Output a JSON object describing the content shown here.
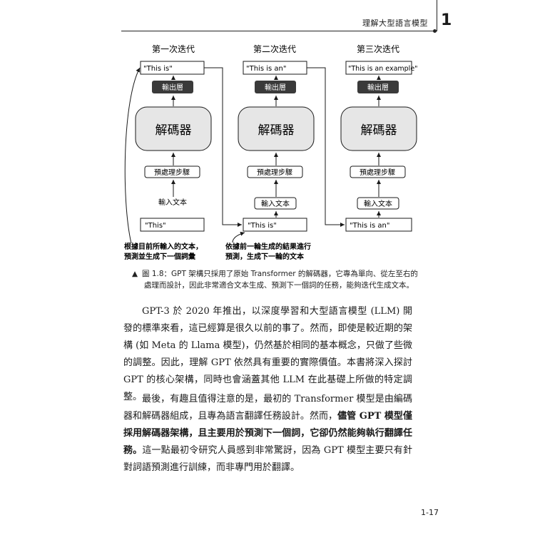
{
  "header": {
    "chapter_title": "理解大型語言模型",
    "chapter_number": "1"
  },
  "figure": {
    "iterations": [
      {
        "title": "第一次迭代",
        "output_text": "\"This is\"",
        "output_layer": "輸出層",
        "decoder": "解碼器",
        "preprocess": "預處理步驟",
        "input_label": "輸入文本",
        "input_text": "\"This\""
      },
      {
        "title": "第二次迭代",
        "output_text": "\"This is an\"",
        "output_layer": "輸出層",
        "decoder": "解碼器",
        "preprocess": "預處理步驟",
        "input_label": "輸入文本",
        "input_text": "\"This is\""
      },
      {
        "title": "第三次迭代",
        "output_text": "\"This is an example\"",
        "output_layer": "輸出層",
        "decoder": "解碼器",
        "preprocess": "預處理步驟",
        "input_label": "輸入文本",
        "input_text": "\"This is an\""
      }
    ],
    "annotations": [
      {
        "line1": "根據目前所輸入的文本，",
        "line2": "預測並生成下一個詞彙"
      },
      {
        "line1": "依據前一輪生成的結果進行",
        "line2": "預測，生成下一輪的文本"
      }
    ],
    "caption_marker": "▲",
    "caption_line1": "圖 1.8：GPT 架構只採用了原始 Transformer 的解碼器，它專為單向、從左至右的",
    "caption_line2": "處理而設計，因此非常適合文本生成、預測下一個詞的任務，能夠迭代生成文本。"
  },
  "body": {
    "p1": "GPT-3 於 2020 年推出，以深度學習和大型語言模型 (LLM) 開發的標準來看，這已經算是很久以前的事了。然而，即使是較近期的架構 (如 Meta 的 Llama 模型)，仍然基於相同的基本概念，只做了些微的調整。因此，理解 GPT 依然具有重要的實際價值。本書將深入探討 GPT 的核心架構，同時也會涵蓋其他 LLM 在此基礎上所做的特定調整。",
    "p2_part1": "最後，有趣且值得注意的是，最初的 Transformer 模型是由編碼器和解碼器組成，且專為語言翻譯任務設計。然而，",
    "p2_bold": "儘管 GPT 模型僅採用解碼器架構，且主要用於預測下一個詞，它卻仍然能夠執行翻譯任務。",
    "p2_part2": "這一點最初令研究人員感到非常驚訝，因為 GPT 模型主要只有針對詞語預測進行訓練，而非專門用於翻譯。"
  },
  "footer": {
    "page_number": "1-17"
  },
  "colors": {
    "ink": "#1a1a1a",
    "box_fill": "#e6e6e6",
    "output_layer_fill": "#3a3a3a"
  }
}
